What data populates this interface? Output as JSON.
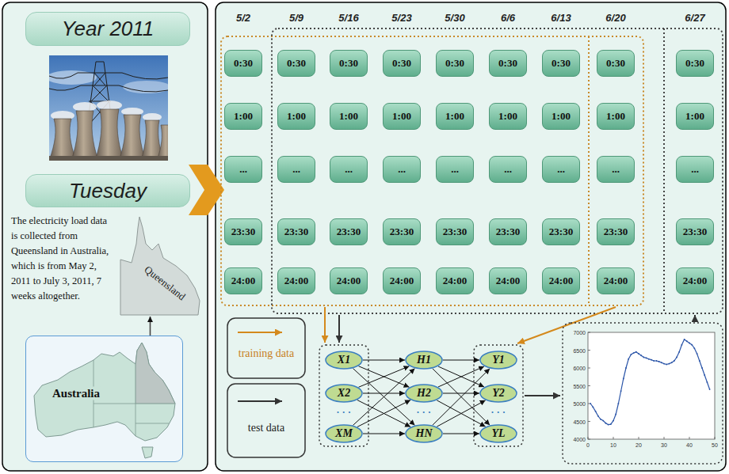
{
  "diagram": {
    "nodes": [
      {
        "text": [
          "Year 2011"
        ]
      },
      {
        "text": [
          "Tuesday"
        ]
      },
      {
        "text": [
          "Queensland"
        ]
      },
      {
        "text": [
          "Australia"
        ]
      },
      {
        "text": [
          "0:30"
        ]
      },
      {
        "text": [
          "0:30"
        ]
      },
      {
        "text": [
          "0:30"
        ]
      },
      {
        "text": [
          "0:30"
        ]
      },
      {
        "text": [
          "0:30"
        ]
      },
      {
        "text": [
          "0:30"
        ]
      },
      {
        "text": [
          "0:30"
        ]
      },
      {
        "text": [
          "0:30"
        ]
      },
      {
        "text": [
          "0:30"
        ]
      },
      {
        "text": [
          "1:00"
        ]
      },
      {
        "text": [
          "1:00"
        ]
      },
      {
        "text": [
          "1:00"
        ]
      },
      {
        "text": [
          "1:00"
        ]
      },
      {
        "text": [
          "1:00"
        ]
      },
      {
        "text": [
          "1:00"
        ]
      },
      {
        "text": [
          "1:00"
        ]
      },
      {
        "text": [
          "1:00"
        ]
      },
      {
        "text": [
          "1:00"
        ]
      },
      {
        "text": [
          "..."
        ]
      },
      {
        "text": [
          "..."
        ]
      },
      {
        "text": [
          "..."
        ]
      },
      {
        "text": [
          "..."
        ]
      },
      {
        "text": [
          "..."
        ]
      },
      {
        "text": [
          "..."
        ]
      },
      {
        "text": [
          "..."
        ]
      },
      {
        "text": [
          "..."
        ]
      },
      {
        "text": [
          "..."
        ]
      },
      {
        "text": [
          "23:30"
        ]
      },
      {
        "text": [
          "23:30"
        ]
      },
      {
        "text": [
          "23:30"
        ]
      },
      {
        "text": [
          "23:30"
        ]
      },
      {
        "text": [
          "23:30"
        ]
      },
      {
        "text": [
          "23:30"
        ]
      },
      {
        "text": [
          "23:30"
        ]
      },
      {
        "text": [
          "23:30"
        ]
      },
      {
        "text": [
          "23:30"
        ]
      },
      {
        "text": [
          "24:00"
        ]
      },
      {
        "text": [
          "24:00"
        ]
      },
      {
        "text": [
          "24:00"
        ]
      },
      {
        "text": [
          "24:00"
        ]
      },
      {
        "text": [
          "24:00"
        ]
      },
      {
        "text": [
          "24:00"
        ]
      },
      {
        "text": [
          "24:00"
        ]
      },
      {
        "text": [
          "24:00"
        ]
      },
      {
        "text": [
          "24:00"
        ]
      },
      {
        "text": [
          "X1"
        ]
      },
      {
        "text": [
          "X2"
        ]
      },
      {
        "text": [
          "XM"
        ]
      },
      {
        "text": [
          "H1"
        ]
      },
      {
        "text": [
          "H2"
        ]
      },
      {
        "text": [
          "HN"
        ]
      },
      {
        "text": [
          "Y1"
        ]
      },
      {
        "text": [
          "Y2"
        ]
      },
      {
        "text": [
          "YL"
        ]
      }
    ],
    "edges": [
      {
        "from": 3,
        "to": 2,
        "arrow": "to"
      },
      {
        "from": 49,
        "to": 52,
        "arrow": "to"
      },
      {
        "from": 49,
        "to": 53,
        "arrow": "to"
      },
      {
        "from": 49,
        "to": 54,
        "arrow": "to"
      },
      {
        "from": 50,
        "to": 52,
        "arrow": "to"
      },
      {
        "from": 50,
        "to": 53,
        "arrow": "to"
      },
      {
        "from": 50,
        "to": 54,
        "arrow": "to"
      },
      {
        "from": 51,
        "to": 52,
        "arrow": "to"
      },
      {
        "from": 51,
        "to": 53,
        "arrow": "to"
      },
      {
        "from": 51,
        "to": 54,
        "arrow": "to"
      },
      {
        "from": 52,
        "to": 55,
        "arrow": "to"
      },
      {
        "from": 52,
        "to": 56,
        "arrow": "to"
      },
      {
        "from": 52,
        "to": 57,
        "arrow": "to"
      },
      {
        "from": 53,
        "to": 55,
        "arrow": "to"
      },
      {
        "from": 53,
        "to": 56,
        "arrow": "to"
      },
      {
        "from": 53,
        "to": 57,
        "arrow": "to"
      },
      {
        "from": 54,
        "to": 55,
        "arrow": "to"
      },
      {
        "from": 54,
        "to": 56,
        "arrow": "to"
      },
      {
        "from": 54,
        "to": 57,
        "arrow": "to"
      }
    ],
    "labels": [
      "5/2",
      "5/9",
      "5/16",
      "5/23",
      "5/30",
      "6/6",
      "6/13",
      "6/20",
      "6/27",
      "The electricity load data is collected from Queensland in Australia, which is from May 2, 2011 to July 3, 2011, 7 weeks altogether.",
      "· · ·",
      "· · ·",
      "· · ·",
      "4000",
      "4500",
      "5000",
      "5500",
      "6000",
      "6500",
      "7000",
      "0",
      "10",
      "20",
      "30",
      "40",
      "50"
    ],
    "legend": [
      {
        "text": "training data"
      },
      {
        "text": "test data"
      }
    ]
  }
}
